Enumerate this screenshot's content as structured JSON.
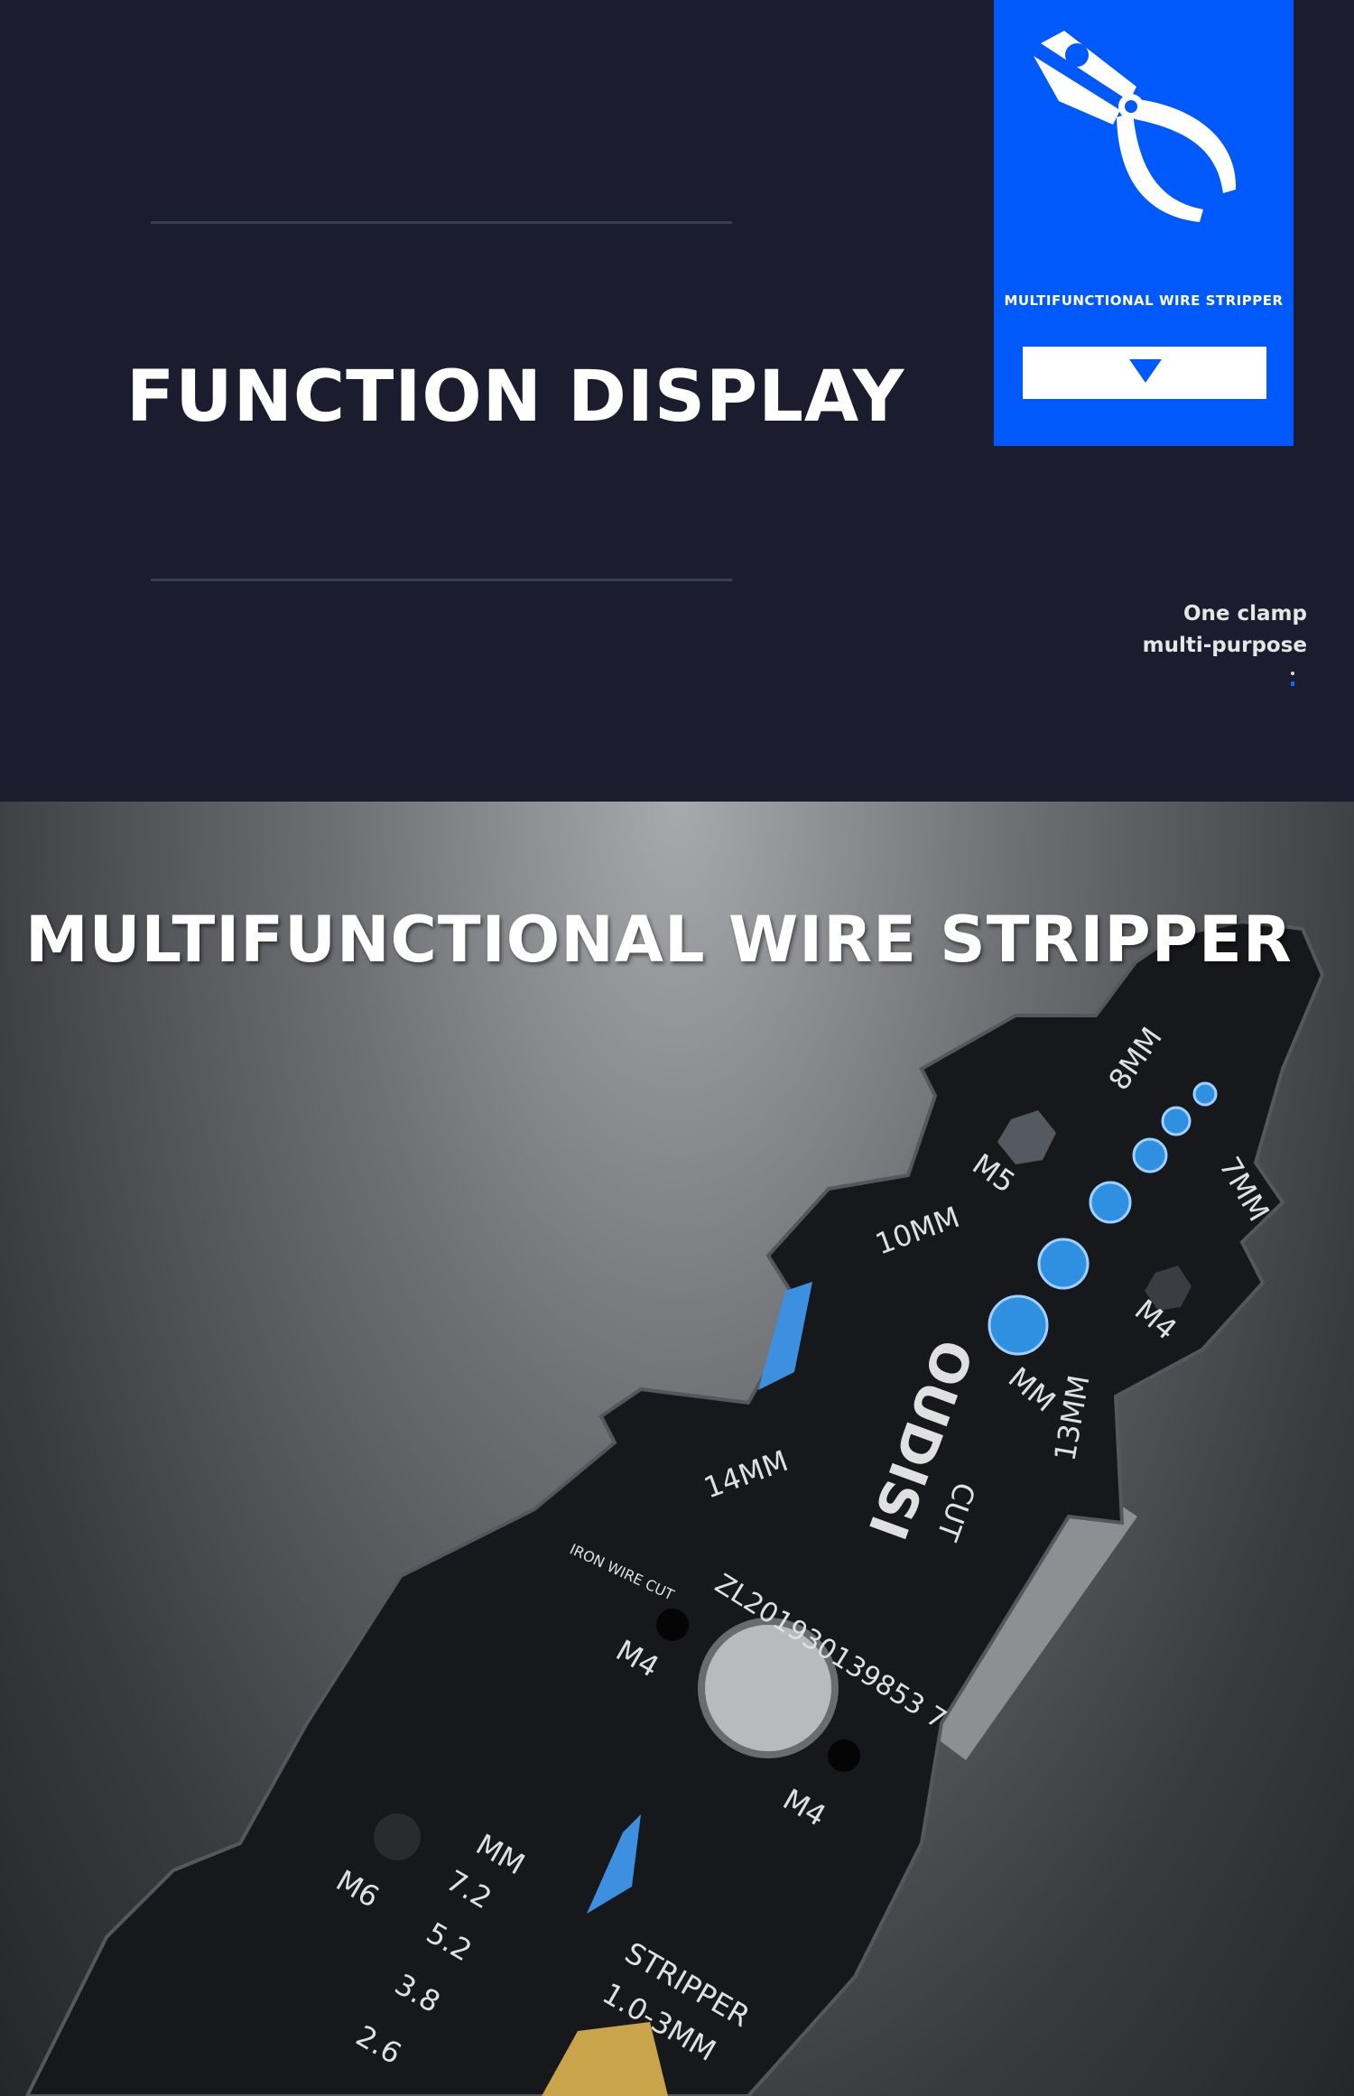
{
  "header": {
    "title": "FUNCTION DISPLAY",
    "tagline_line1": "One clamp",
    "tagline_line2": "multi-purpose"
  },
  "card": {
    "icon": "pliers-icon",
    "label": "MULTIFUNCTIONAL WIRE STRIPPER",
    "button_icon": "triangle-down-icon",
    "color": "#0059fb"
  },
  "product": {
    "title": "MULTIFUNCTIONAL WIRE STRIPPER",
    "markings": {
      "brand": "OUDISI",
      "patent": "ZL201930139853 7",
      "iron_wire_cut": "IRON WIRE CUT",
      "cut": "CUT",
      "stripper": "STRIPPER",
      "stripper_range": "1.0-3MM",
      "mm8": "8MM",
      "mm7": "7MM",
      "m5": "M5",
      "mm10": "10MM",
      "m4a": "M4",
      "mm13": "13MM",
      "mm": "MM",
      "mm14": "14MM",
      "m4b": "M4",
      "m4c": "M4",
      "m6": "M6",
      "crimp_unit": "MM",
      "crimp1": "7.2",
      "crimp2": "5.2",
      "crimp3": "3.8",
      "crimp4": "2.6"
    }
  }
}
